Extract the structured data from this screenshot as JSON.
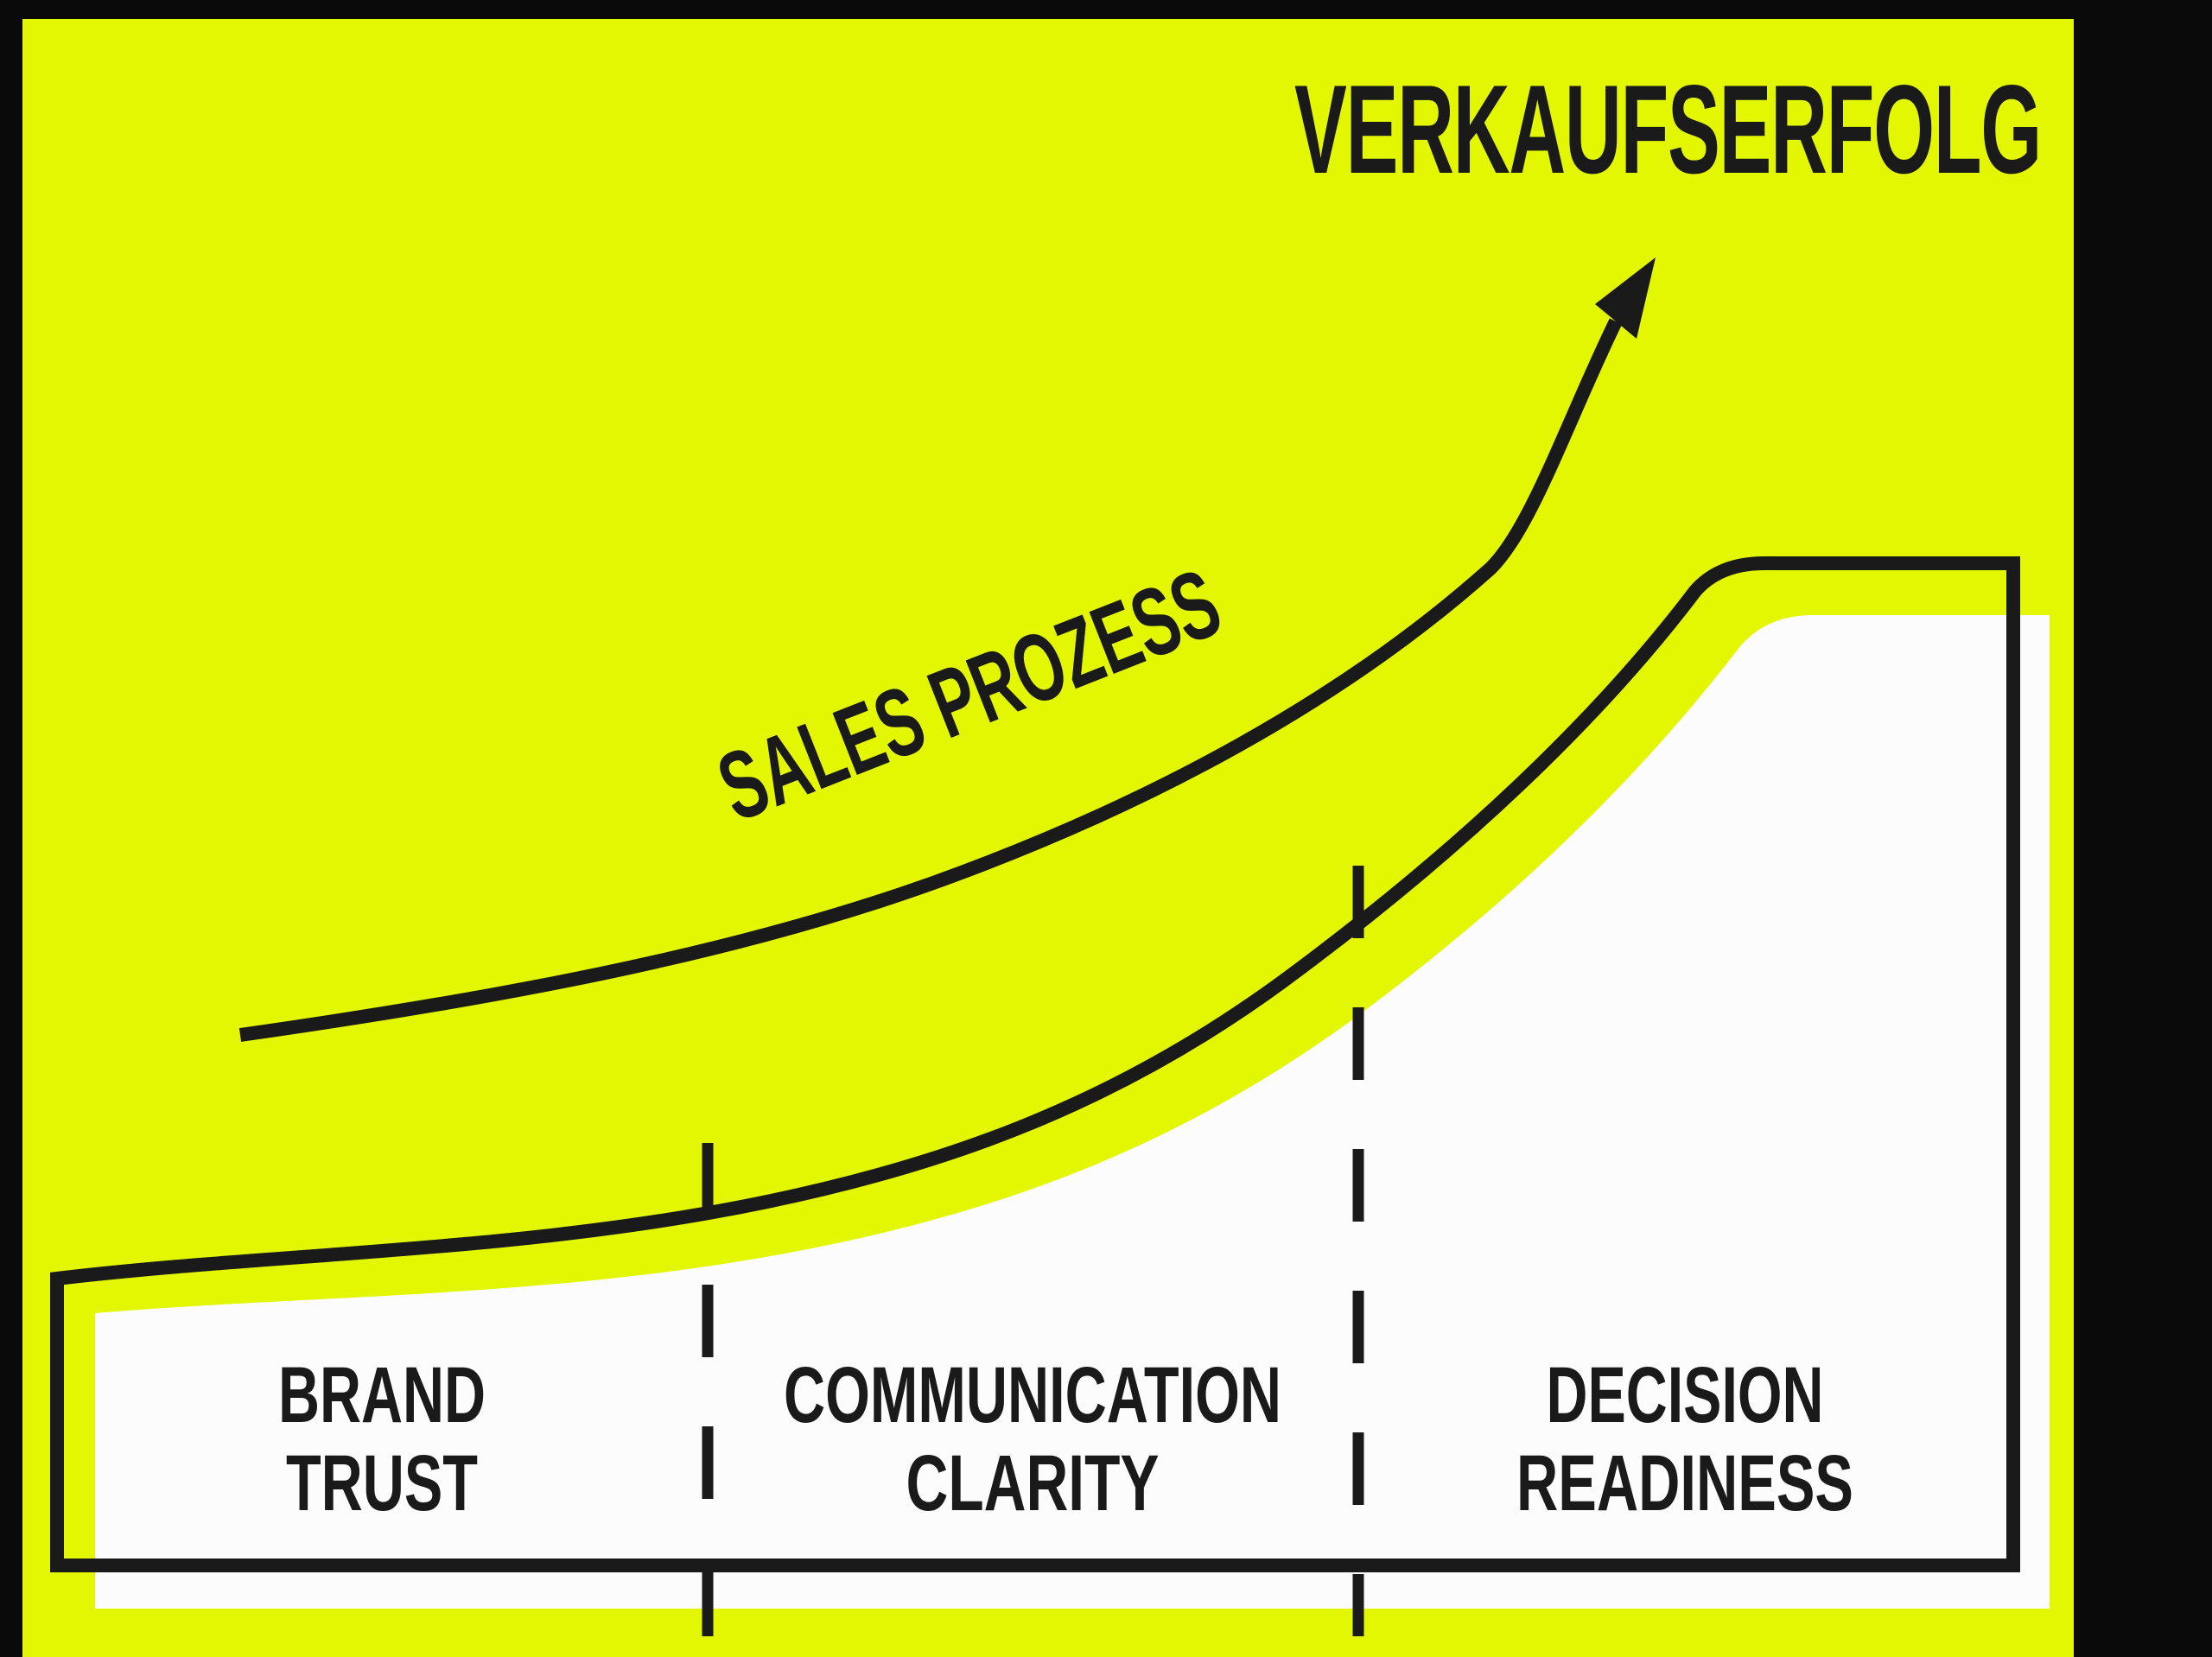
{
  "title": "VERKAUFSERFOLG",
  "curve": {
    "label": "SALES PROZESS"
  },
  "stages": [
    {
      "line1": "BRAND",
      "line2": "TRUST"
    },
    {
      "line1": "COMMUNICATION",
      "line2": "CLARITY"
    },
    {
      "line1": "DECISION",
      "line2": "READINESS"
    }
  ],
  "colors": {
    "frame": "#0a0a0a",
    "panel_yellow": "#e3f702",
    "ink": "#1a1a1a",
    "paper": "#fcfcfc"
  }
}
